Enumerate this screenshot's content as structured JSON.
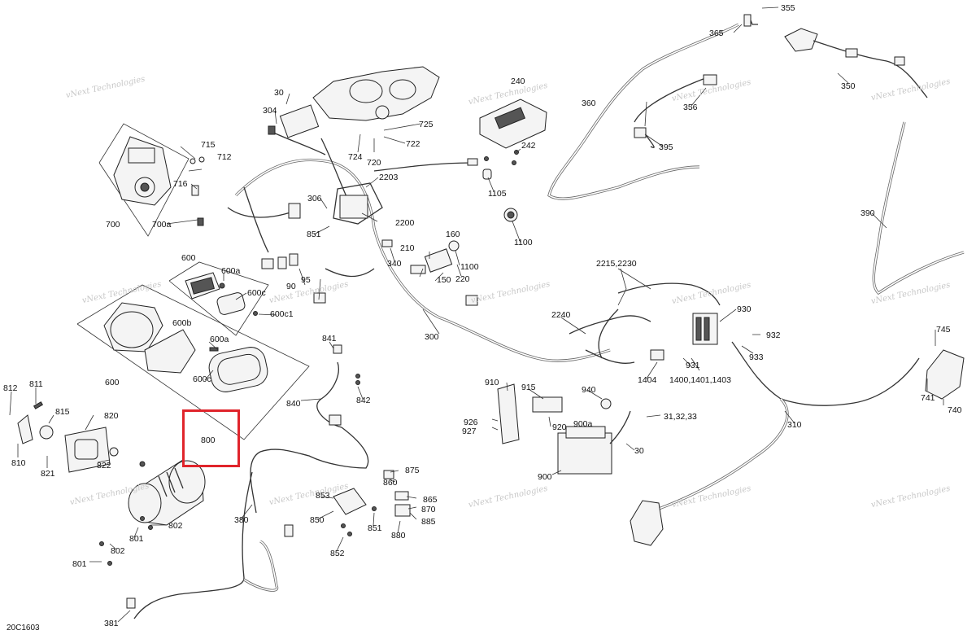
{
  "diagram": {
    "drawing_code": "20C1603",
    "watermark_text": "vNext Technologies",
    "highlight_color": "#e0242b",
    "highlighted_label": "800",
    "labels": [
      "355",
      "365",
      "350",
      "360",
      "356",
      "395",
      "390",
      "240",
      "242",
      "1105",
      "1100",
      "725",
      "722",
      "720",
      "724",
      "2203",
      "2200",
      "306",
      "851",
      "304",
      "30",
      "715",
      "712",
      "716",
      "700a",
      "700",
      "600",
      "600a",
      "600c",
      "600c1",
      "600b",
      "600a",
      "600c",
      "600",
      "160",
      "210",
      "1100",
      "220",
      "150",
      "340",
      "90",
      "95",
      "2215,2230",
      "2240",
      "930",
      "932",
      "933",
      "931",
      "1404",
      "1400,1401,1403",
      "300",
      "841",
      "842",
      "840",
      "910",
      "915",
      "926",
      "927",
      "920",
      "940",
      "900a",
      "31,32,33",
      "30",
      "900",
      "745",
      "741",
      "740",
      "310",
      "812",
      "811",
      "815",
      "820",
      "810",
      "821",
      "822",
      "800",
      "802",
      "801",
      "802",
      "801",
      "875",
      "860",
      "865",
      "870",
      "885",
      "853",
      "850",
      "851",
      "880",
      "852",
      "380",
      "381"
    ]
  }
}
